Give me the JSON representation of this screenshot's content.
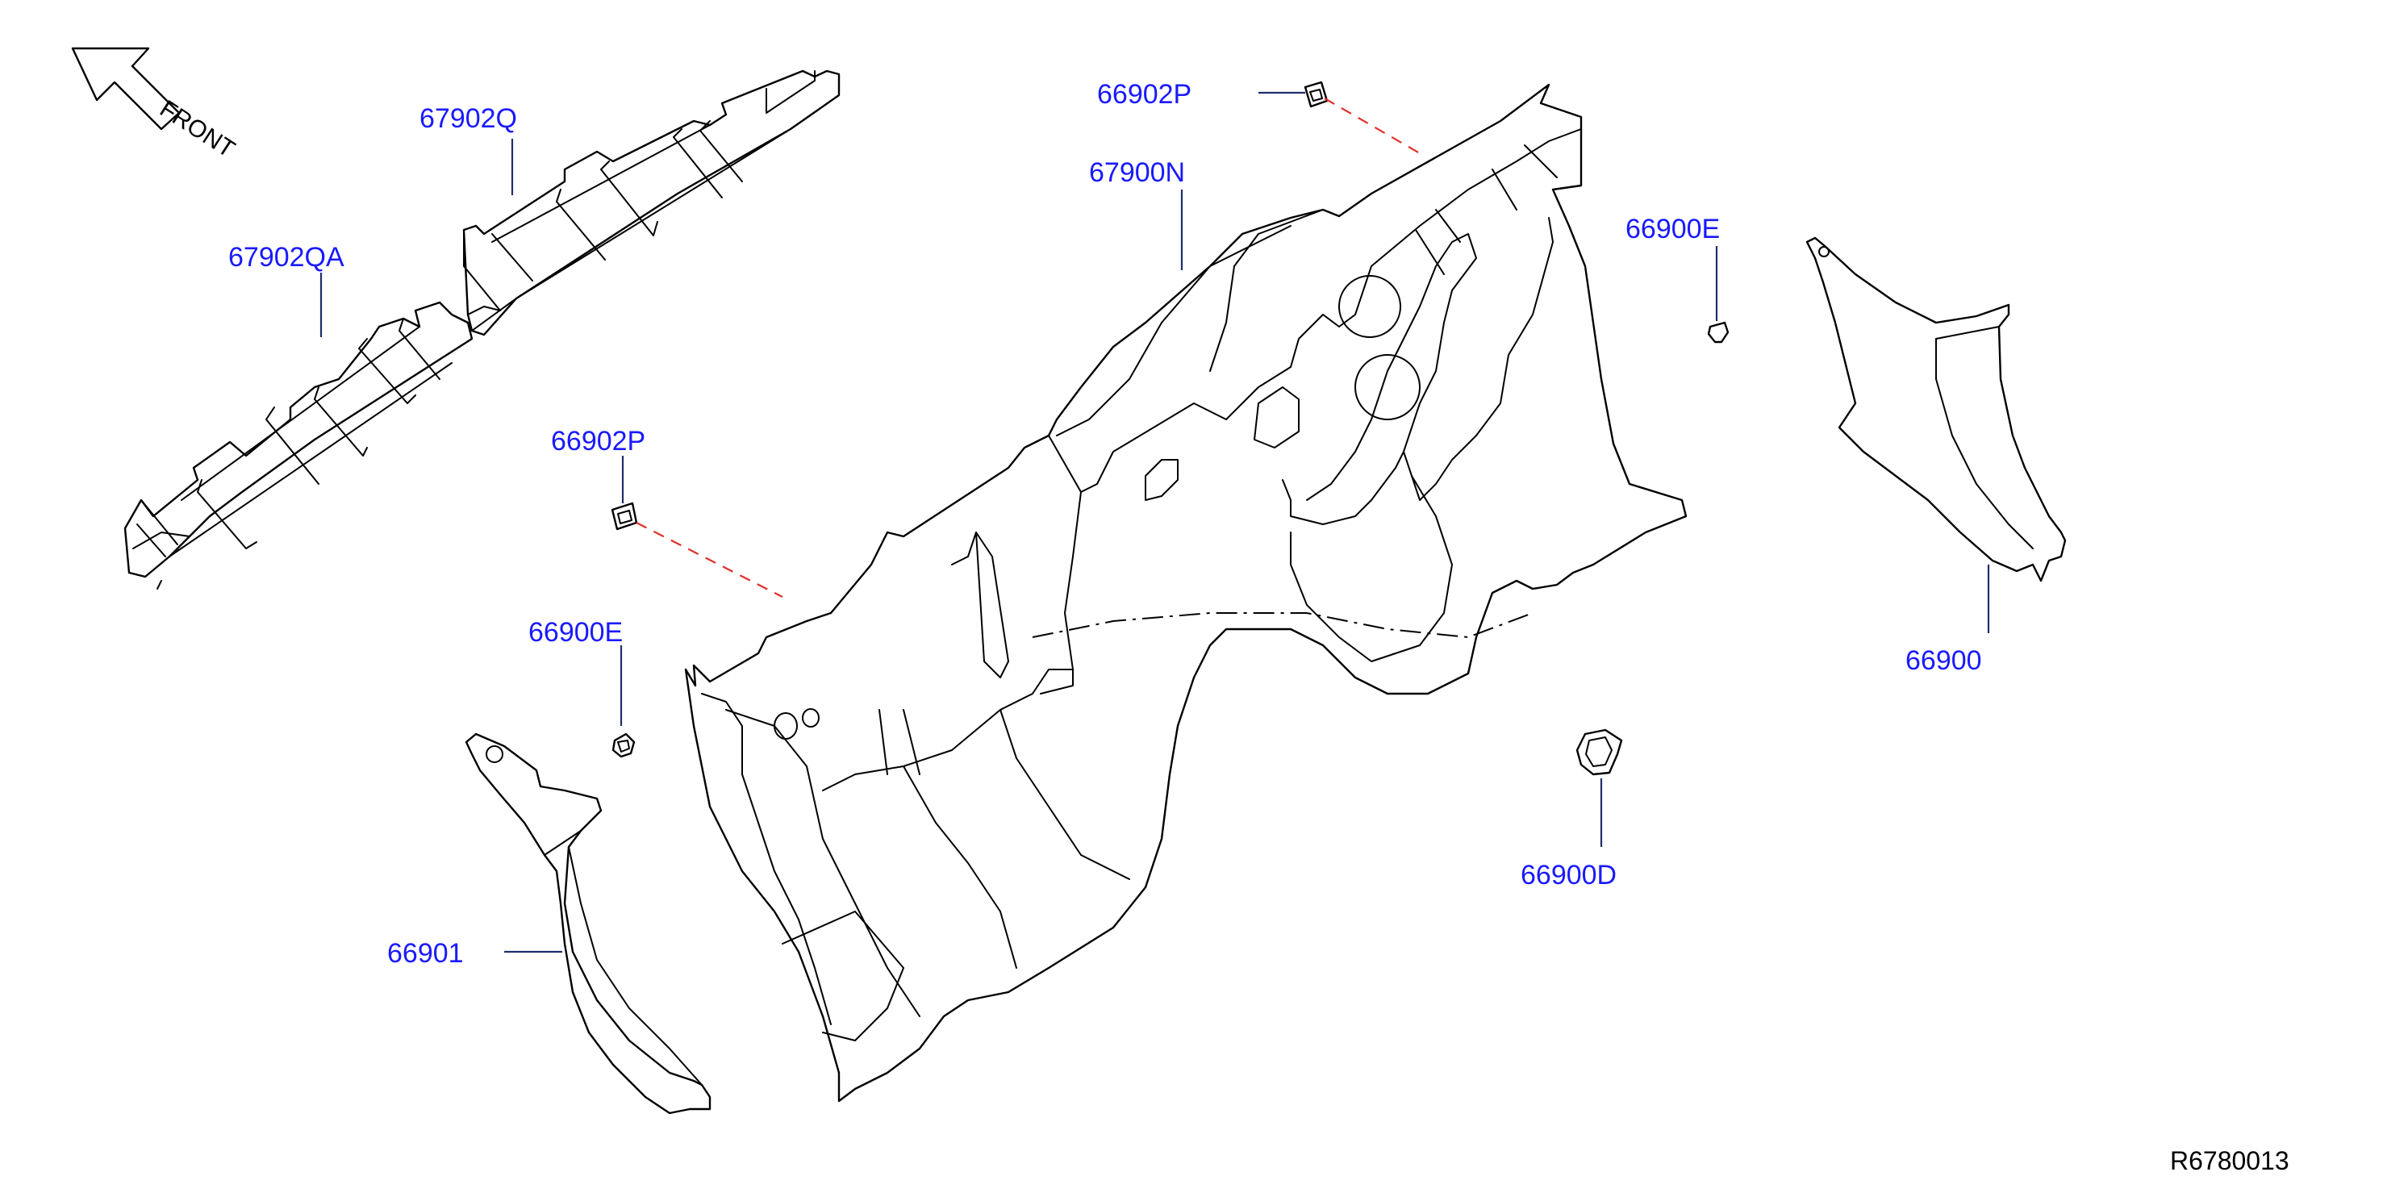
{
  "direction_label": "FRONT",
  "reference_code": "R6780013",
  "parts": {
    "p67902Q": "67902Q",
    "p67902QA": "67902QA",
    "p66902P_top": "66902P",
    "p67900N": "67900N",
    "p66900E_right": "66900E",
    "p66902P_left": "66902P",
    "p66900E_left": "66900E",
    "p66900": "66900",
    "p66900D": "66900D",
    "p66901": "66901"
  },
  "colors": {
    "label": "#1a1aff",
    "leader": "#1f2f6b",
    "dashed_leader": "#e0302a",
    "outline": "#000000"
  }
}
